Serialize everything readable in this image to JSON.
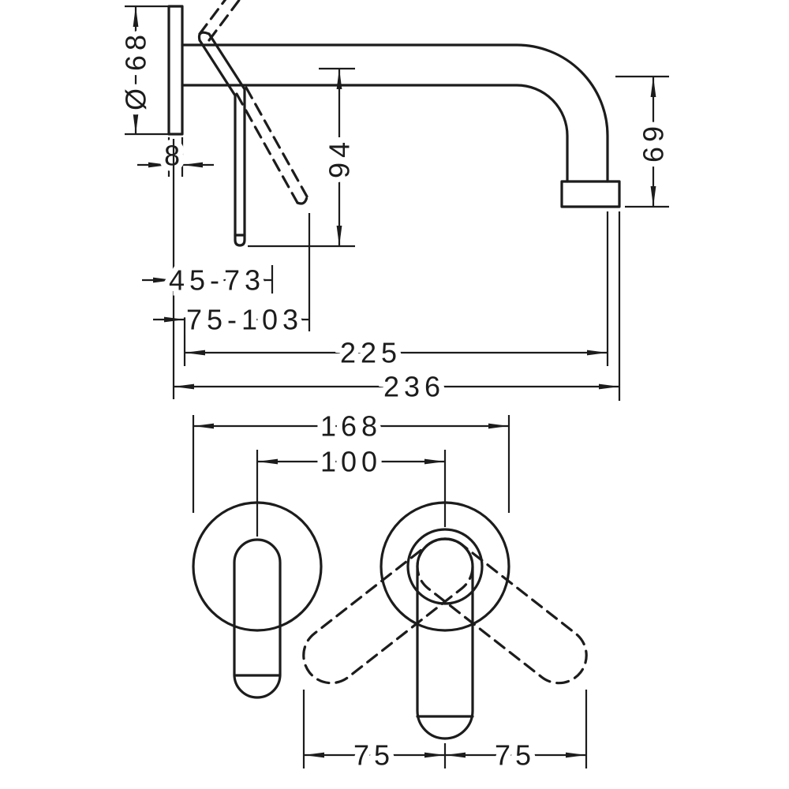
{
  "colors": {
    "line": "#1c1c1c",
    "background": "#ffffff"
  },
  "dims": {
    "plate_diameter": "Ø 68",
    "plate_depth": "8",
    "lever_length": "94",
    "spout_drop": "69",
    "lever_range_a": "45-73",
    "lever_range_b": "75-103",
    "spout_reach": "225",
    "total_depth": "236",
    "overall_width": "168",
    "centre_distance": "100",
    "swing_left": "75",
    "swing_right": "75"
  }
}
